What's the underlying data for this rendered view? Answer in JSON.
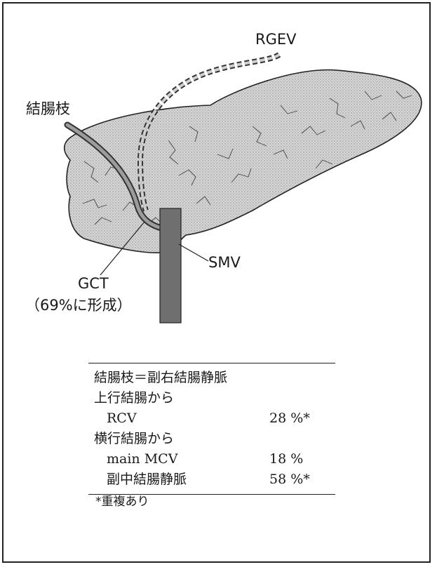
{
  "labels": {
    "colic_branch": "結腸枝",
    "rgev": "RGEV",
    "smv": "SMV",
    "gct": "GCT",
    "gct_note": "（69%に形成）"
  },
  "table": {
    "title": "結腸枝＝副右結腸静脈",
    "rows": [
      {
        "name": "上行結腸から",
        "value": "",
        "indent": false
      },
      {
        "name": "RCV",
        "value": "28 %*",
        "indent": true
      },
      {
        "name": "横行結腸から",
        "value": "",
        "indent": false
      },
      {
        "name": "main MCV",
        "value": "18 %",
        "indent": true
      },
      {
        "name": "副中結腸静脈",
        "value": "58 %*",
        "indent": true
      }
    ],
    "footnote": "*重複あり"
  }
}
